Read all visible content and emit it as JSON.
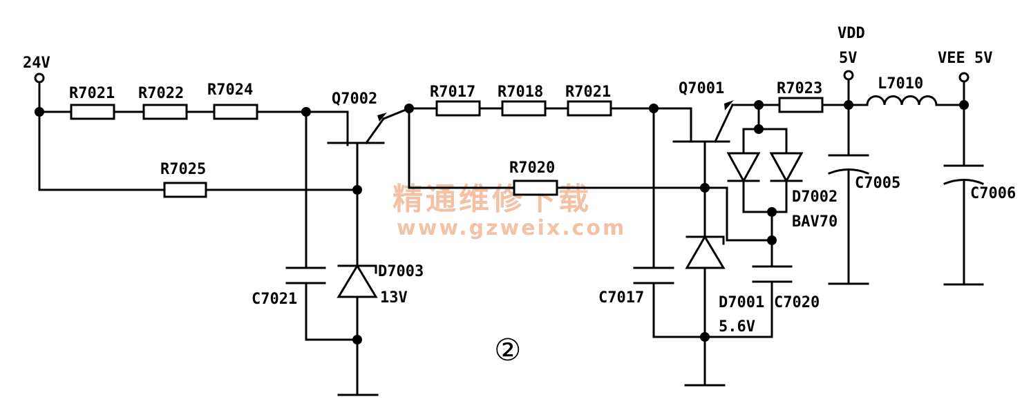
{
  "nets": {
    "input": "24V",
    "vdd_name": "VDD",
    "vdd_value": "5V",
    "vee": "VEE  5V"
  },
  "resistors": {
    "r7021a": "R7021",
    "r7022": "R7022",
    "r7024": "R7024",
    "r7025": "R7025",
    "r7017": "R7017",
    "r7018": "R7018",
    "r7021b": "R7021",
    "r7020": "R7020",
    "r7023": "R7023"
  },
  "transistors": {
    "q7002": "Q7002",
    "q7001": "Q7001"
  },
  "inductors": {
    "l7010": "L7010"
  },
  "capacitors": {
    "c7021": "C7021",
    "c7017": "C7017",
    "c7020": "C7020",
    "c7005": "C7005",
    "c7006": "C7006"
  },
  "diodes": {
    "d7003": "D7003",
    "d7003_value": "13V",
    "d7001": "D7001",
    "d7001_value": "5.6V",
    "d7002": "D7002",
    "d7002_part": "BAV70"
  },
  "figure_number": "②",
  "watermark": {
    "line1": "精通维修下载",
    "line2": "www.gzweix.com"
  }
}
